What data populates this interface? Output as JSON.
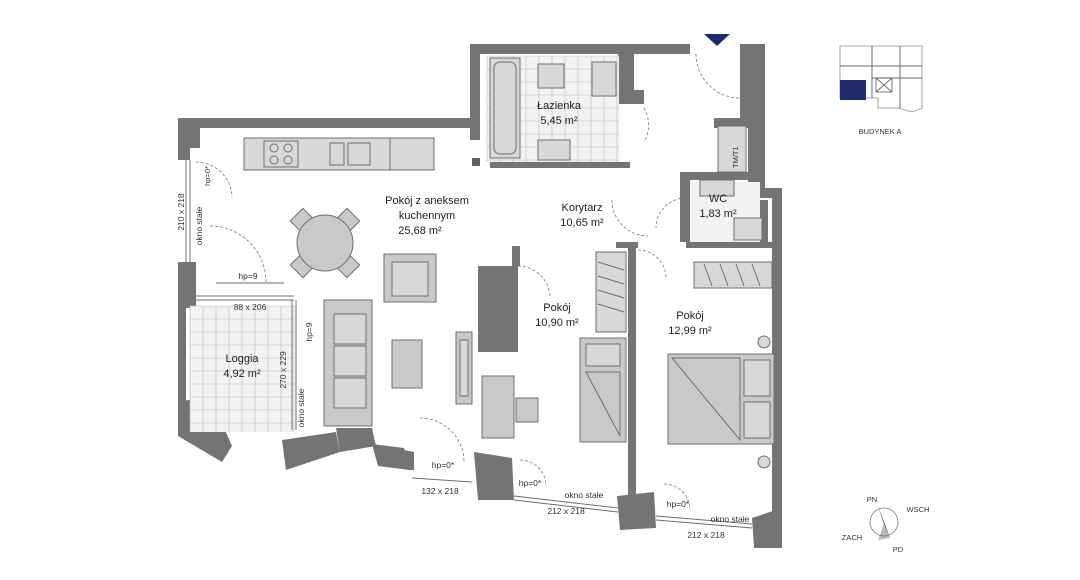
{
  "rooms": {
    "living": {
      "name_line1": "Pokój z aneksem",
      "name_line2": "kuchennym",
      "area": "25,68 m²"
    },
    "bathroom": {
      "name": "Łazienka",
      "area": "5,45 m²"
    },
    "corridor": {
      "name": "Korytarz",
      "area": "10,65 m²"
    },
    "wc": {
      "name": "WC",
      "area": "1,83 m²"
    },
    "room1": {
      "name": "Pokój",
      "area": "10,90 m²"
    },
    "room2": {
      "name": "Pokój",
      "area": "12,99 m²"
    },
    "loggia": {
      "name": "Loggia",
      "area": "4,92 m²"
    }
  },
  "labels": {
    "dim_left_window": "210 x 218",
    "okno_stale": "okno stałe",
    "hp0": "hp=0*",
    "hp9": "hp=9",
    "dim_loggia_door": "88 x 206",
    "dim_loggia_side": "270 x 229",
    "dim_bottom_1": "132 x 218",
    "dim_bottom_2": "212 x 218",
    "dim_bottom_3": "212 x 218",
    "tm": "TM/T1"
  },
  "keyplan": {
    "label": "BUDYNEK A"
  },
  "compass": {
    "n": "PN",
    "s": "PD",
    "e": "WSCH",
    "w": "ZACH"
  },
  "colors": {
    "wall": "#737476",
    "highlight": "#1f2b6a",
    "furniture": "#c8c9ca"
  }
}
